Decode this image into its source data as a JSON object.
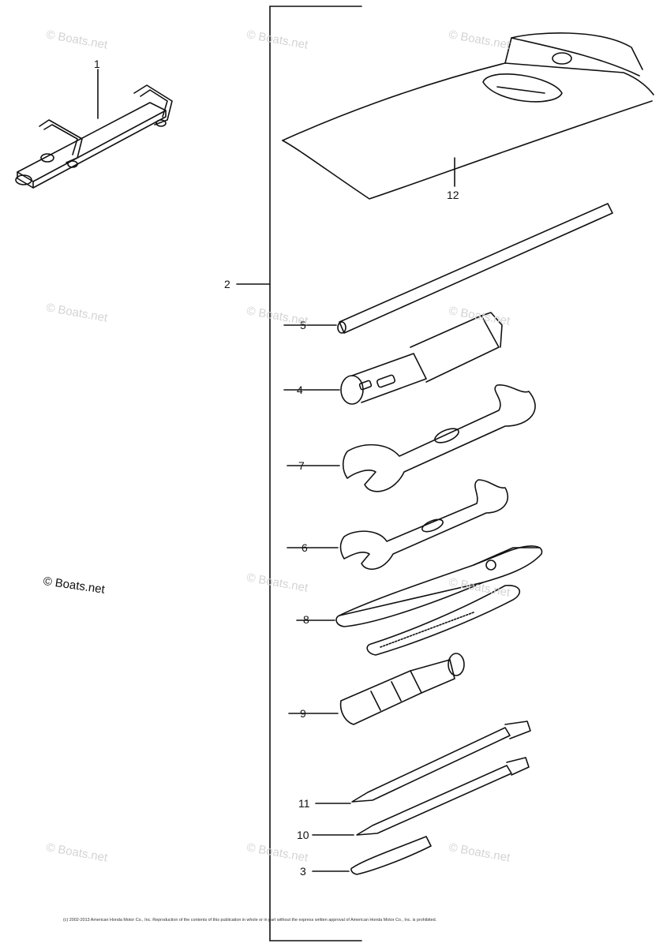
{
  "callouts": {
    "c1": "1",
    "c2": "2",
    "c3": "3",
    "c4": "4",
    "c5": "5",
    "c6": "6",
    "c7": "7",
    "c8": "8",
    "c9": "9",
    "c10": "10",
    "c11": "11",
    "c12": "12"
  },
  "watermark": "© Boats.net",
  "copyright_label": "© Boats.net",
  "footer_text": "(c) 2002-2013 American Honda Motor Co., Inc. Reproduction of the contents of this publication in whole or in part without the express written approval of American Honda Motor Co., Inc. is prohibited."
}
